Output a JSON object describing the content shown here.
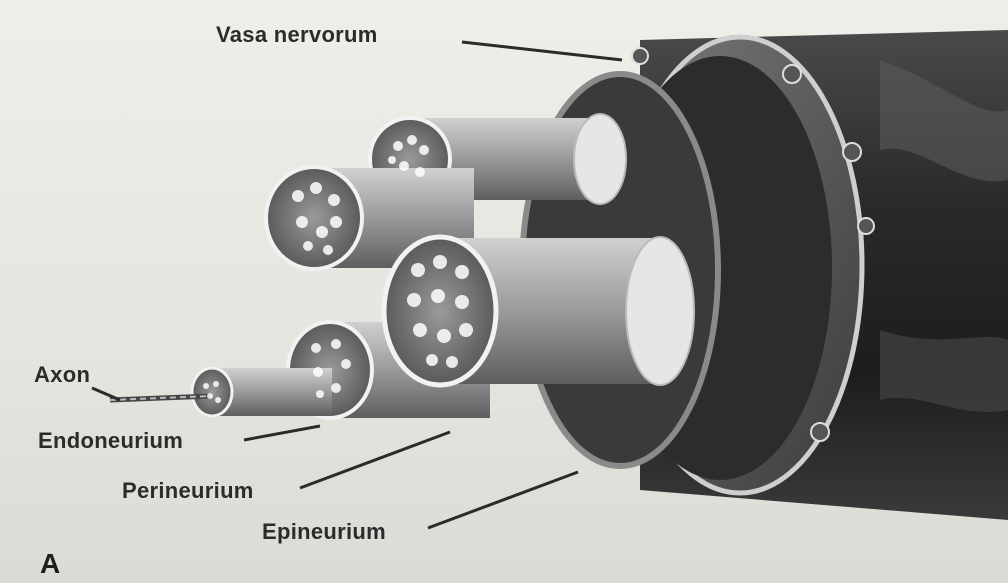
{
  "labels": {
    "vasa_nervorum": "Vasa nervorum",
    "axon": "Axon",
    "endoneurium": "Endoneurium",
    "perineurium": "Perineurium",
    "epineurium": "Epineurium"
  },
  "panel_letter": "A",
  "colors": {
    "background": "#e9e7e2",
    "nerve_sheath": "#2e2e2e",
    "fascicle": "#9b9b9b",
    "label_text": "#2b2b2b"
  }
}
